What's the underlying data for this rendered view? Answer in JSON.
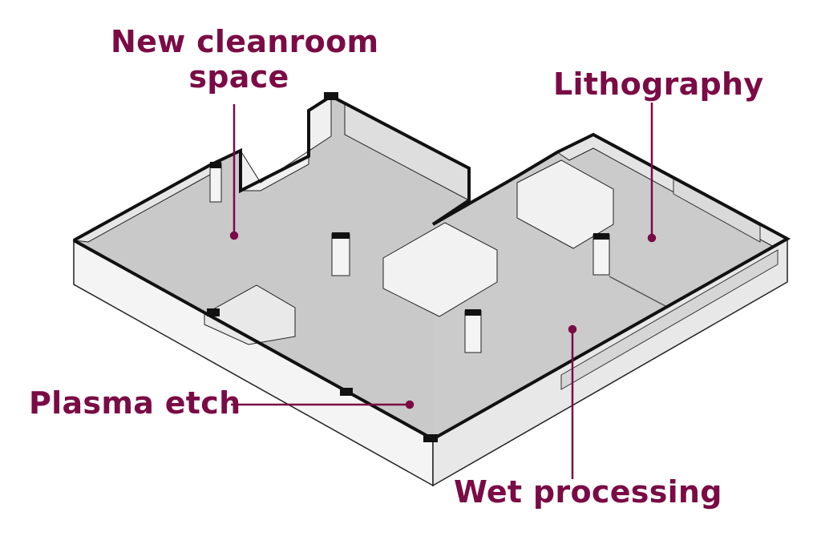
{
  "colors": {
    "label": "#7a0b45",
    "wall_top": "#1a1a1a",
    "floor": "#c8c8c8",
    "wall_face": "#f2f2f2",
    "wall_shade": "#dcdcdc"
  },
  "labels": {
    "cleanroom_line1": "New cleanroom",
    "cleanroom_line2": "space",
    "lithography": "Lithography",
    "plasma_etch": "Plasma etch",
    "wet_processing": "Wet processing"
  }
}
